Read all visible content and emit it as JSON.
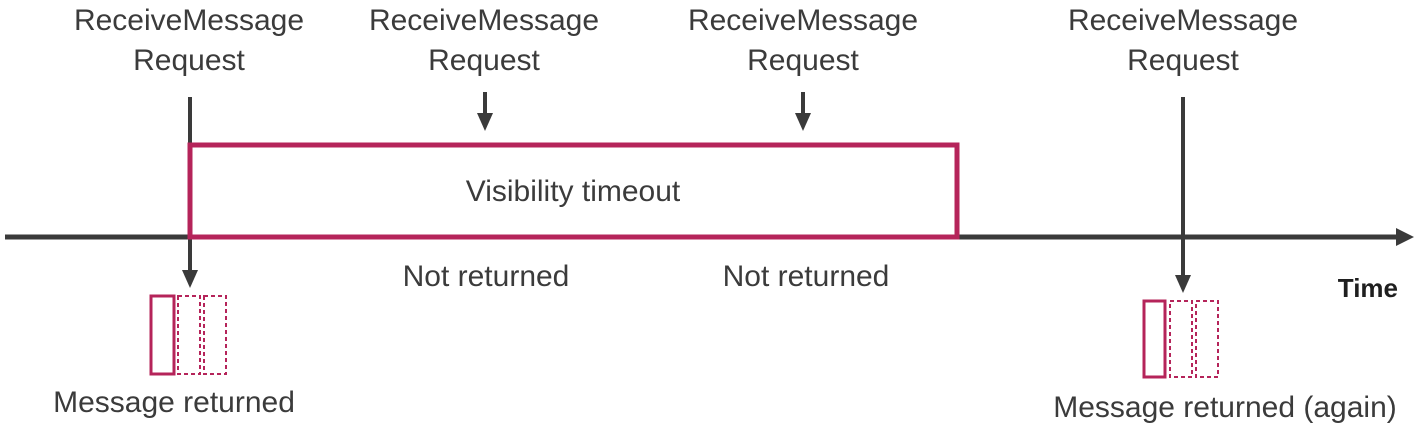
{
  "colors": {
    "ink": "#3a3a3a",
    "accent": "#b5245a"
  },
  "requests": [
    {
      "line1": "ReceiveMessage",
      "line2": "Request"
    },
    {
      "line1": "ReceiveMessage",
      "line2": "Request"
    },
    {
      "line1": "ReceiveMessage",
      "line2": "Request"
    },
    {
      "line1": "ReceiveMessage",
      "line2": "Request"
    }
  ],
  "visibility_label": "Visibility timeout",
  "not_returned": [
    "Not returned",
    "Not returned"
  ],
  "axis_label": "Time",
  "message_returned": "Message returned",
  "message_returned_again": "Message returned (again)"
}
